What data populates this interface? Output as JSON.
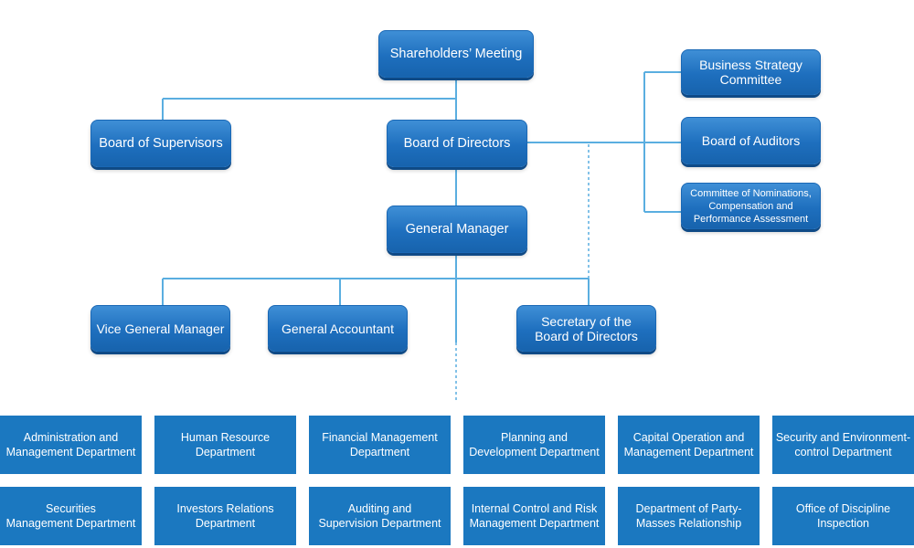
{
  "colors": {
    "node_blue": "#1e6fbe",
    "department_blue": "#1b78c0",
    "connector": "#5aaee0"
  },
  "nodes": {
    "shareholders_meeting": "Shareholders’ Meeting",
    "board_of_supervisors": "Board of Supervisors",
    "board_of_directors": "Board of Directors",
    "business_strategy_committee": "Business Strategy\nCommittee",
    "board_of_auditors": "Board of Auditors",
    "nominations_committee": "Committee of Nominations,\nCompensation and\nPerformance Assessment",
    "general_manager": "General Manager",
    "vice_general_manager": "Vice General Manager",
    "general_accountant": "General Accountant",
    "secretary_of_board": "Secretary of the\nBoard of Directors"
  },
  "departments": {
    "row1": [
      "Administration and\nManagement Department",
      "Human Resource\nDepartment",
      "Financial Management\nDepartment",
      "Planning and\nDevelopment Department",
      "Capital Operation and\nManagement Department",
      "Security and Environment-\ncontrol Department"
    ],
    "row2": [
      "Securities\nManagement Department",
      "Investors Relations\nDepartment",
      "Auditing and\nSupervision Department",
      "Internal Control and Risk\nManagement Department",
      "Department of Party-\nMasses Relationship",
      "Office of Discipline\nInspection"
    ]
  }
}
